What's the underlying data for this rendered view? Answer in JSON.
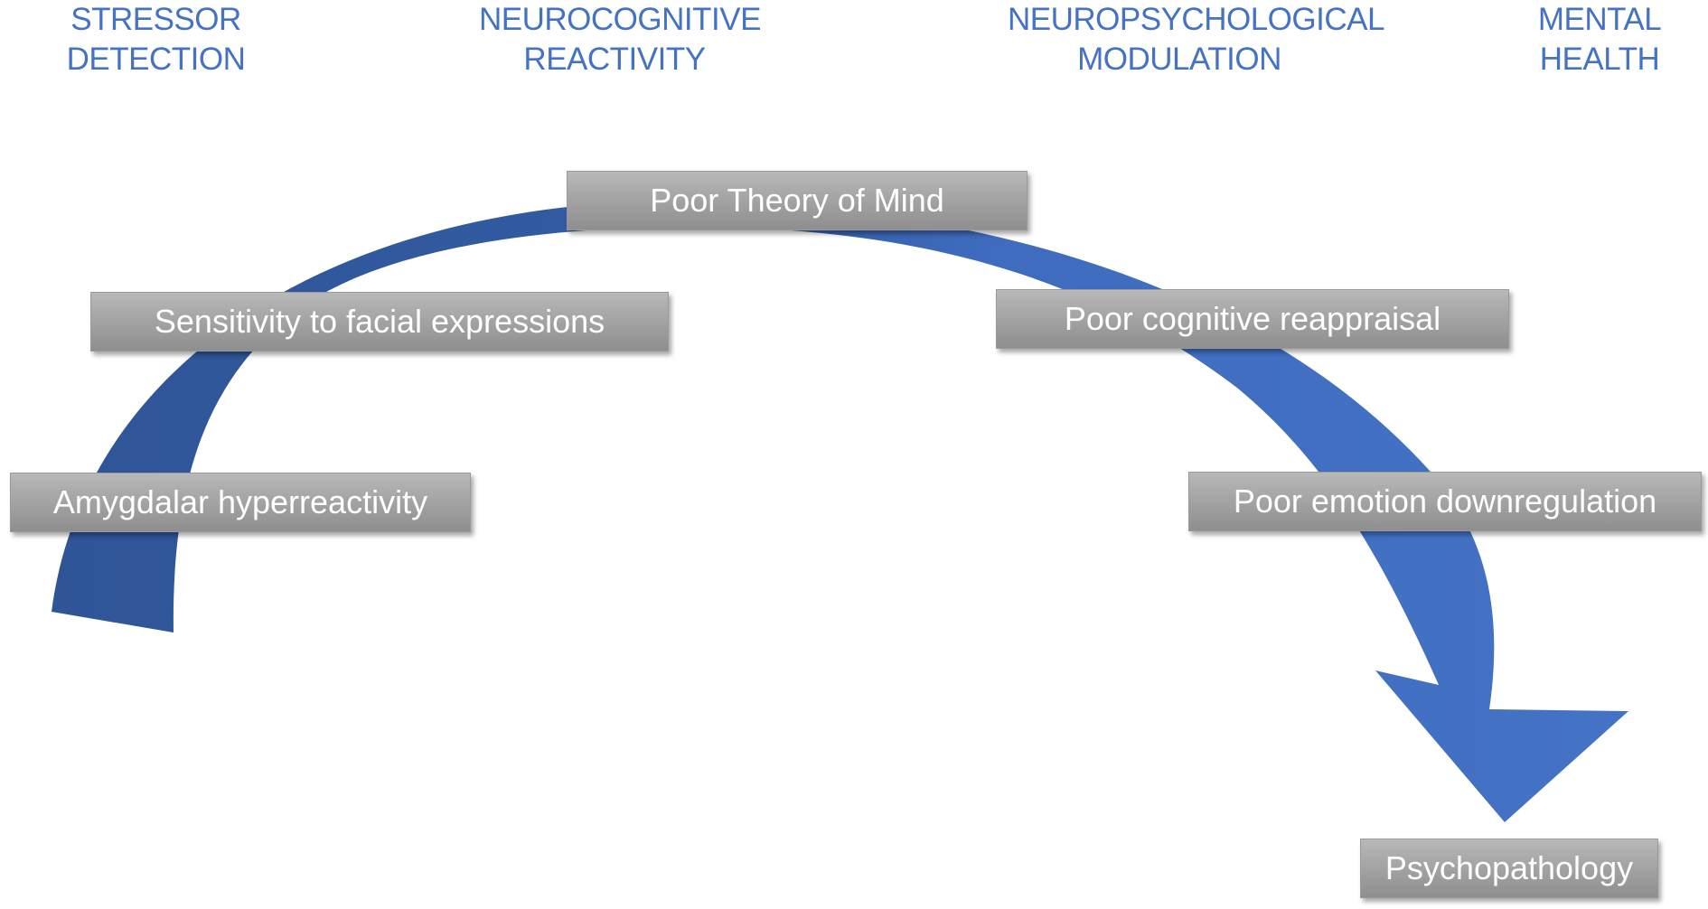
{
  "headers": [
    {
      "line1": "STRESSOR",
      "line2": "DETECTION"
    },
    {
      "line1": "NEUROCOGNITIVE",
      "line2": "REACTIVITY"
    },
    {
      "line1": "NEUROPSYCHOLOGICAL",
      "line2": "MODULATION"
    },
    {
      "line1": "MENTAL",
      "line2": "HEALTH"
    }
  ],
  "boxes": {
    "amygdalar": "Amygdalar hyperreactivity",
    "sensitivity": "Sensitivity to facial expressions",
    "theory_of_mind": "Poor Theory of Mind",
    "reappraisal": "Poor cognitive reappraisal",
    "downregulation": "Poor emotion downregulation",
    "psychopathology": "Psychopathology"
  },
  "colors": {
    "header_text": "#4472c4",
    "arrow_dark": "#2f5597",
    "arrow_light": "#4472c4",
    "box_fill": "#a6a6a6",
    "box_text": "#ffffff"
  }
}
